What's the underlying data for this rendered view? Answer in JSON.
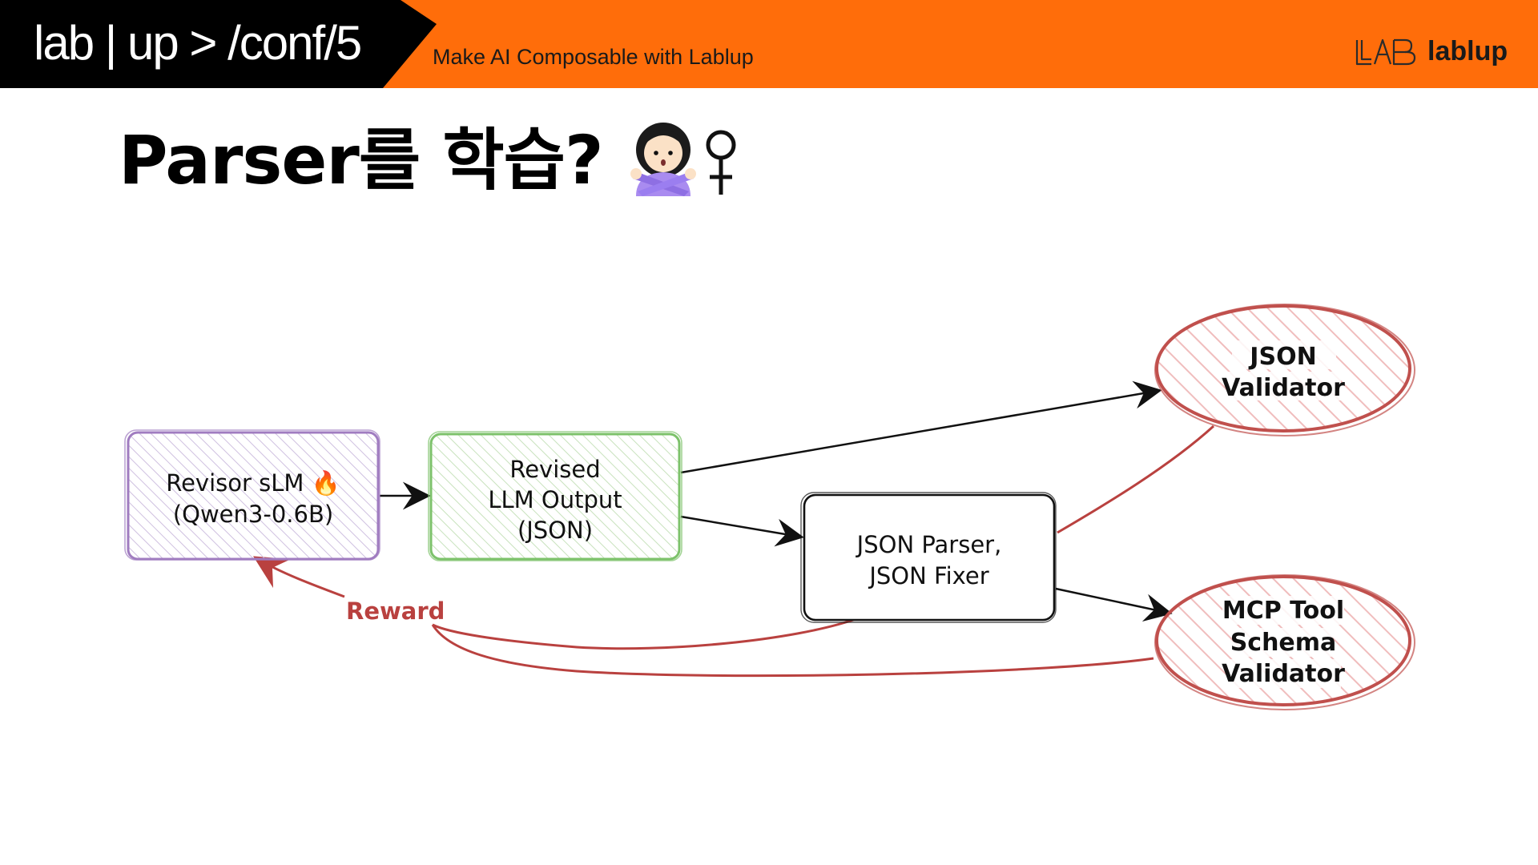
{
  "header": {
    "brand": "lab | up > /conf/5",
    "tagline": "Make AI Composable with Lablup",
    "logo_text": "lablup",
    "colors": {
      "header_bg": "#ff6d0a",
      "brand_bg": "#000000"
    }
  },
  "slide": {
    "title": "Parser를 학습?",
    "title_icon": "woman-gesturing-no-icon"
  },
  "diagram": {
    "nodes": {
      "revisor": {
        "line1": "Revisor sLM 🔥",
        "line2": "(Qwen3-0.6B)",
        "color": "#a07cc0"
      },
      "revised_output": {
        "line1": "Revised",
        "line2": "LLM Output",
        "line3": "(JSON)",
        "color": "#7cc26a"
      },
      "json_parser": {
        "line1": "JSON Parser,",
        "line2": "JSON Fixer",
        "color": "#111111"
      },
      "json_validator": {
        "line1": "JSON",
        "line2": "Validator",
        "color": "#c0504d"
      },
      "mcp_validator": {
        "line1": "MCP Tool",
        "line2": "Schema",
        "line3": "Validator",
        "color": "#c0504d"
      }
    },
    "reward_label": "Reward",
    "reward_color": "#b9413f"
  }
}
